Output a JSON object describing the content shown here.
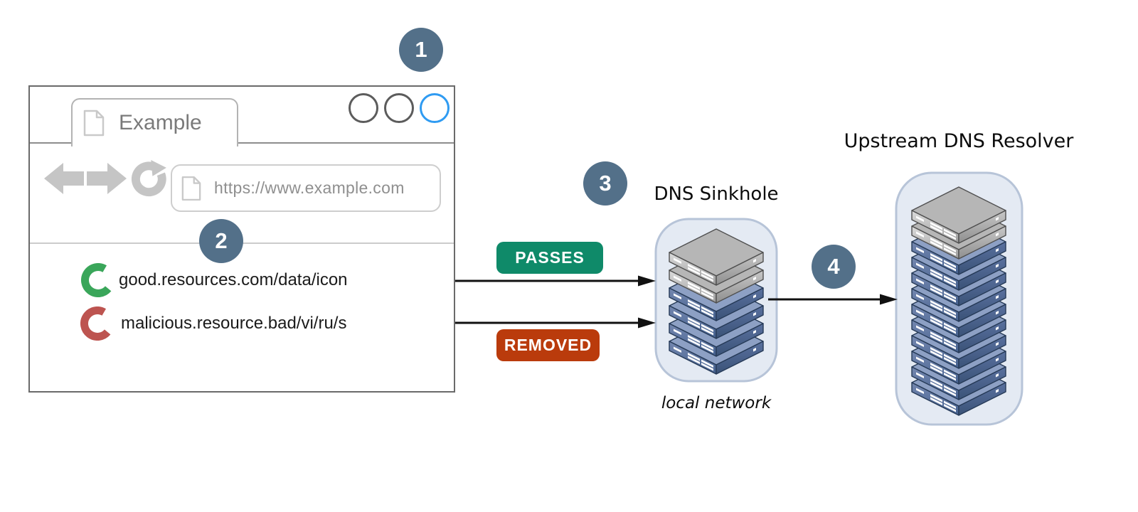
{
  "diagram_title": "DNS Sinkhole",
  "steps": [
    "1",
    "2",
    "3",
    "4"
  ],
  "browser": {
    "tab_title": "Example",
    "url": "https://www.example.com",
    "window_controls": [
      "circle",
      "circle",
      "circle-active"
    ],
    "requests": [
      {
        "label": "good.resources.com/data/icon",
        "status": "PASSES",
        "spinner_color": "#3aa65a"
      },
      {
        "label": "malicious.resource.bad/vi/ru/s",
        "status": "REMOVED",
        "spinner_color": "#bd5450"
      }
    ]
  },
  "pills": {
    "passes": {
      "label": "PASSES",
      "color": "#0f8a69"
    },
    "removed": {
      "label": "REMOVED",
      "color": "#ba3b0c"
    }
  },
  "nodes": {
    "sinkhole": {
      "label": "DNS Sinkhole",
      "caption": "local network",
      "gray_units": 2,
      "blue_units": 4
    },
    "upstream": {
      "label": "Upstream DNS Resolver",
      "gray_units": 2,
      "blue_units": 10
    }
  },
  "colors": {
    "step_badge": "#537089",
    "arrow": "#111111",
    "container_fill": "#e4eaf3",
    "container_stroke": "#b7c4d8",
    "active_circle_blue": "#2f9bf2",
    "inactive_circle": "#5c5c5c"
  },
  "server_palette": {
    "gray": {
      "top": "#b6b6b6",
      "front_grad": [
        "#dcdcdc",
        "#9c9c9c"
      ],
      "right_grad": [
        "#c8c8c8",
        "#8f8f8f"
      ],
      "stroke": "#4f4f4f"
    },
    "blue": {
      "top": "#8da0c4",
      "front_grad": [
        "#7588b0",
        "#44608e"
      ],
      "right_grad": [
        "#5a719f",
        "#3a5277"
      ],
      "stroke": "#263a57"
    }
  }
}
